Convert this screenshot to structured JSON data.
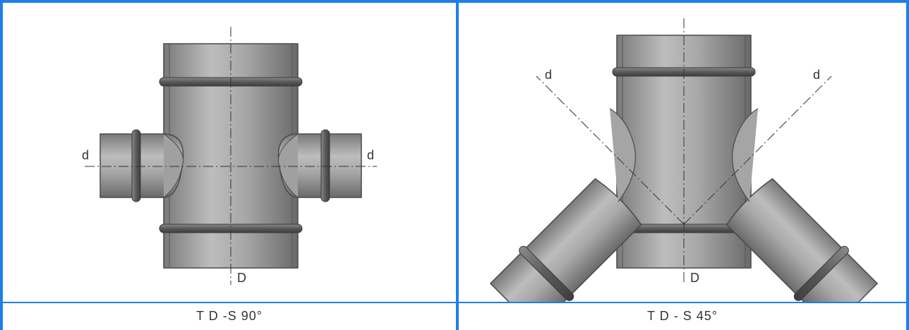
{
  "figures": [
    {
      "caption": "T D -S  90°",
      "branch_label_left": "d",
      "branch_label_right": "d",
      "main_label": "D"
    },
    {
      "caption": "T D - S  45°",
      "branch_label_left": "d",
      "branch_label_right": "d",
      "main_label": "D"
    }
  ],
  "colors": {
    "border": "#1e7fe8",
    "pipe_light": "#b9b9b9",
    "pipe_dark": "#6e6e6e",
    "ring": "#5a5a5a",
    "outline": "#4a4a4a"
  }
}
